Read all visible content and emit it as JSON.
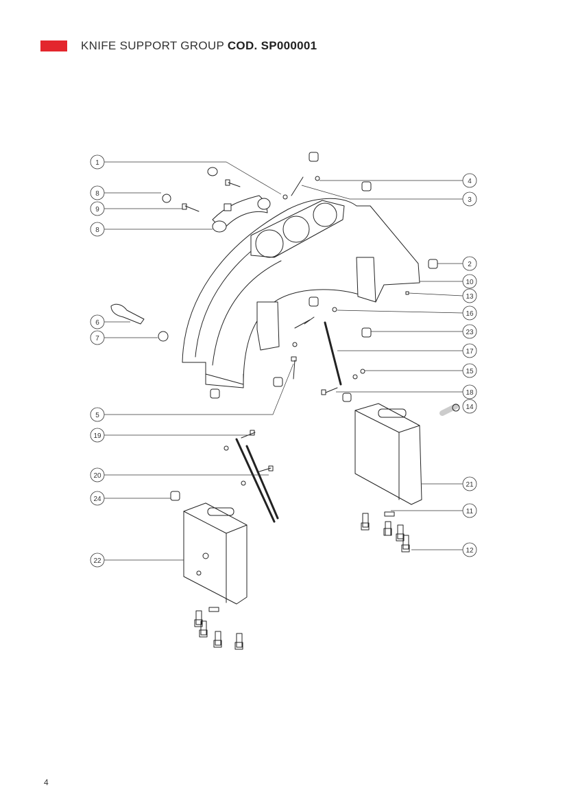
{
  "header": {
    "title": "KNIFE SUPPORT GROUP",
    "code": "COD. SP000001",
    "accent_color": "#e3262d"
  },
  "callouts": [
    "1",
    "8",
    "9",
    "8",
    "6",
    "7",
    "5",
    "19",
    "20",
    "24",
    "22",
    "4",
    "3",
    "2",
    "10",
    "13",
    "16",
    "23",
    "17",
    "15",
    "18",
    "14",
    "21",
    "11",
    "12"
  ],
  "page_number": "4"
}
